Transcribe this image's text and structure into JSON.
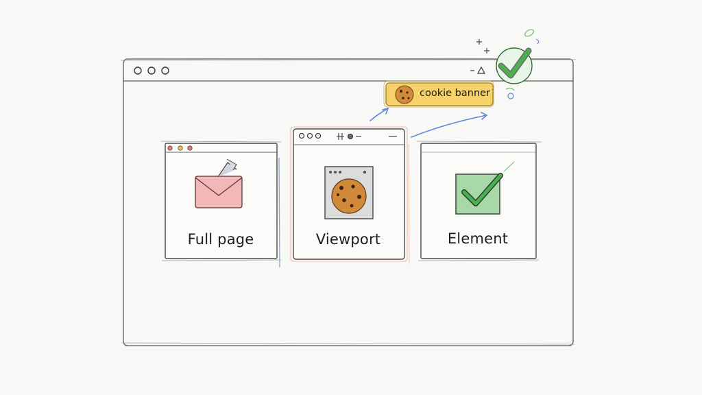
{
  "scene": {
    "cards": [
      {
        "label": "Full page",
        "icon": "envelope-icon"
      },
      {
        "label": "Viewport",
        "icon": "cookie-icon"
      },
      {
        "label": "Element",
        "icon": "checkmark-icon"
      }
    ],
    "banner": {
      "label": "cookie banner",
      "icon": "cookie-icon"
    },
    "accent_colors": {
      "red": "#e07a7a",
      "yellow": "#f4c542",
      "green": "#4caf50",
      "blue": "#5b8bd6",
      "cookie": "#d08a3a"
    }
  }
}
